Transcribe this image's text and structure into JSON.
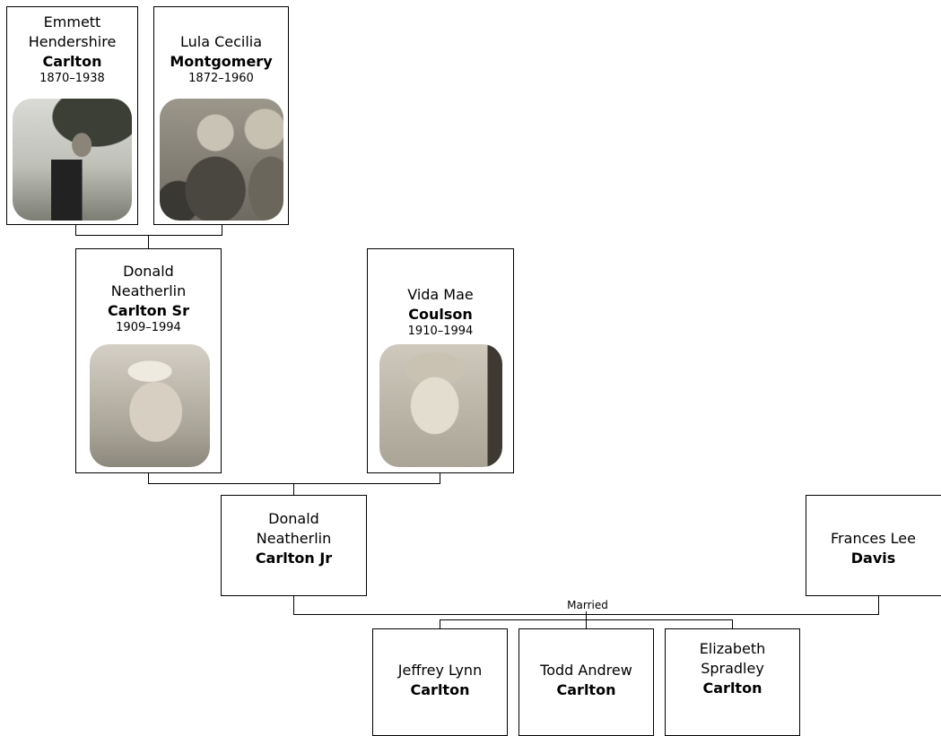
{
  "people": {
    "emmett": {
      "given": "Emmett Hendershire",
      "surname": "Carlton",
      "years": "1870–1938"
    },
    "lula": {
      "given": "Lula Cecilia",
      "surname": "Montgomery",
      "years": "1872–1960"
    },
    "donald_sr": {
      "given": "Donald Neatherlin",
      "surname": "Carlton Sr",
      "years": "1909–1994"
    },
    "vida": {
      "given": "Vida Mae",
      "surname": "Coulson",
      "years": "1910–1994"
    },
    "donald_jr": {
      "given": "Donald Neatherlin",
      "surname": "Carlton Jr"
    },
    "frances": {
      "given": "Frances Lee",
      "surname": "Davis"
    },
    "jeffrey": {
      "given": "Jeffrey Lynn",
      "surname": "Carlton"
    },
    "todd": {
      "given": "Todd Andrew",
      "surname": "Carlton"
    },
    "elizabeth": {
      "given": "Elizabeth Spradley",
      "surname": "Carlton"
    }
  },
  "relations": {
    "married_label": "Married"
  },
  "colors": {
    "border": "#000000",
    "background": "#ffffff"
  }
}
